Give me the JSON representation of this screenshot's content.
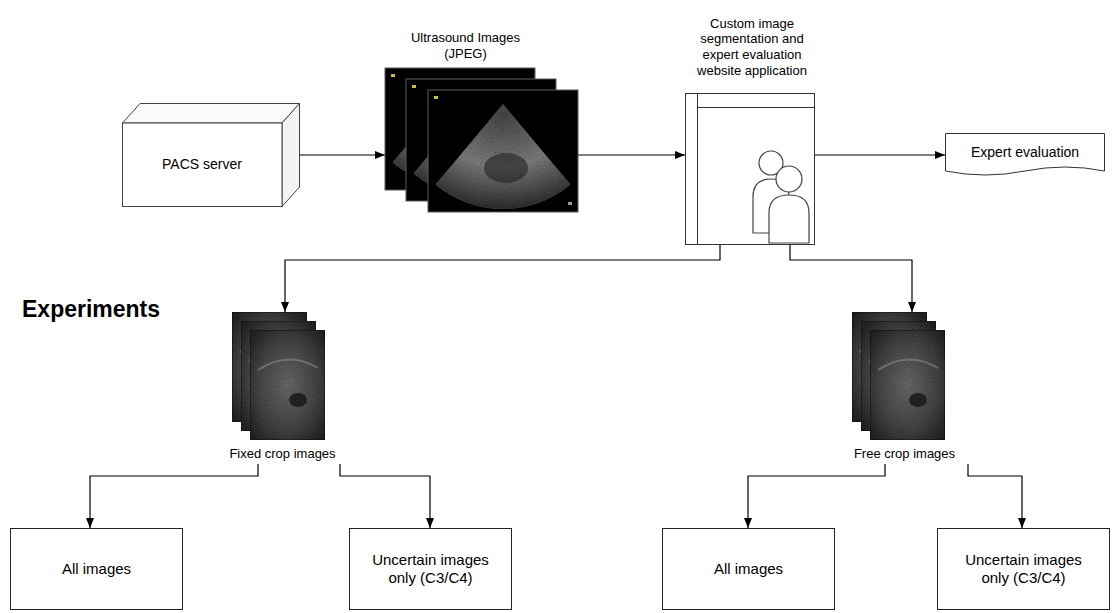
{
  "diagram": {
    "nodes": [
      {
        "text": [
          "PACS server"
        ]
      },
      {
        "text": [
          "Ultrasound Images (JPEG)"
        ]
      },
      {
        "text": [
          "Custom image segmentation and expert evaluation website application"
        ]
      },
      {
        "text": [
          "Expert evaluation"
        ]
      },
      {
        "text": [
          "Fixed crop images"
        ]
      },
      {
        "text": [
          "Free crop images"
        ]
      },
      {
        "text": [
          "All images"
        ]
      },
      {
        "text": [
          "Uncertain images only (C3/C4)"
        ]
      },
      {
        "text": [
          "All images"
        ]
      },
      {
        "text": [
          "Uncertain images only (C3/C4)"
        ]
      }
    ],
    "edges": [
      {
        "from": 0,
        "to": 1,
        "arrow": "to"
      },
      {
        "from": 1,
        "to": 2,
        "arrow": "to"
      },
      {
        "from": 2,
        "to": 3,
        "arrow": "to"
      },
      {
        "from": 2,
        "to": 4,
        "arrow": "to"
      },
      {
        "from": 2,
        "to": 5,
        "arrow": "to"
      },
      {
        "from": 4,
        "to": 6,
        "arrow": "to"
      },
      {
        "from": 4,
        "to": 7,
        "arrow": "to"
      },
      {
        "from": 5,
        "to": 8,
        "arrow": "to"
      },
      {
        "from": 5,
        "to": 9,
        "arrow": "to"
      }
    ],
    "labels": [
      "Experiments"
    ]
  }
}
